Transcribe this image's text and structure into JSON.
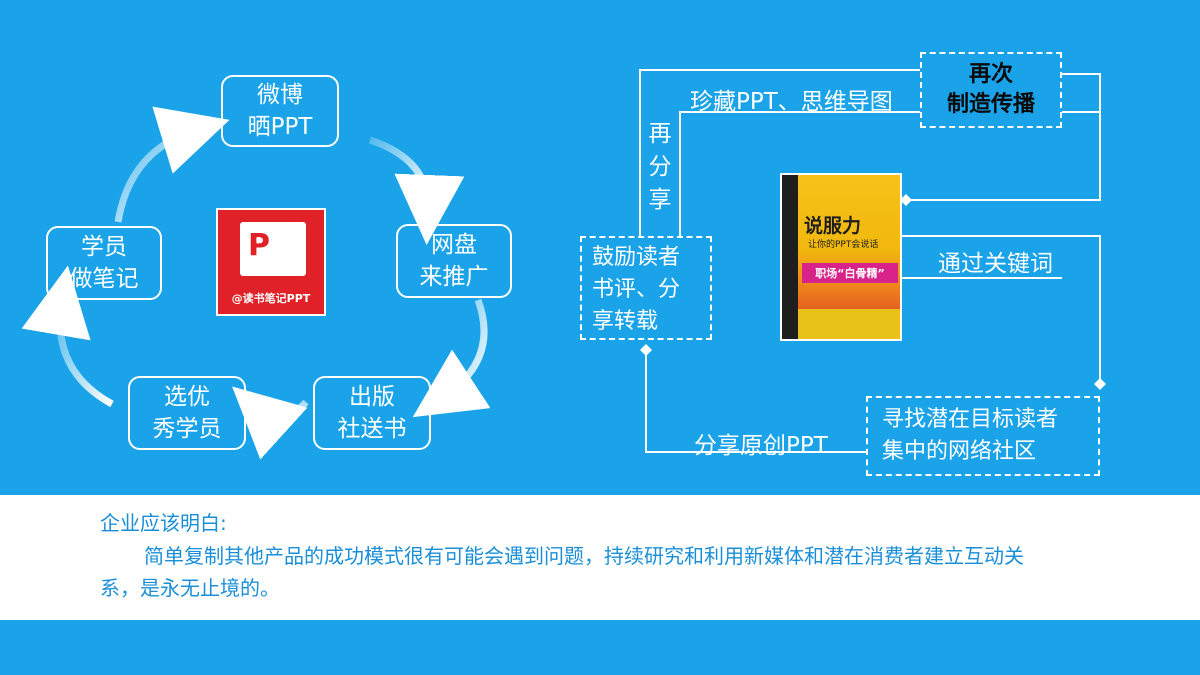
{
  "cycle": {
    "weibo": [
      "微博",
      "晒PPT"
    ],
    "netdisk": [
      "网盘",
      "来推广"
    ],
    "publish": [
      "出版",
      "社送书"
    ],
    "select": [
      "选优",
      "秀学员"
    ],
    "notes": [
      "学员",
      "做笔记"
    ],
    "logo_caption": "@读书笔记PPT"
  },
  "flow": {
    "recreate": [
      "再次",
      "制造传播"
    ],
    "encourage": [
      "鼓励读者",
      "书评、分",
      "享转载"
    ],
    "find": [
      "寻找潜在目标读者",
      "集中的网络社区"
    ],
    "collect_label": "珍藏PPT、思维导图",
    "keyword_label": "通过关键词",
    "share_label": "分享原创PPT",
    "reshare_label": [
      "再",
      "分",
      "享"
    ]
  },
  "book": {
    "title": "说服力",
    "subtitle": "让你的PPT会说话",
    "tagline": "职场“白骨精”"
  },
  "summary": {
    "heading": "企业应该明白:",
    "body": "简单复制其他产品的成功模式很有可能会遇到问题，持续研究和利用新媒体和潜在消费者建立互动关系，是永无止境的。"
  }
}
